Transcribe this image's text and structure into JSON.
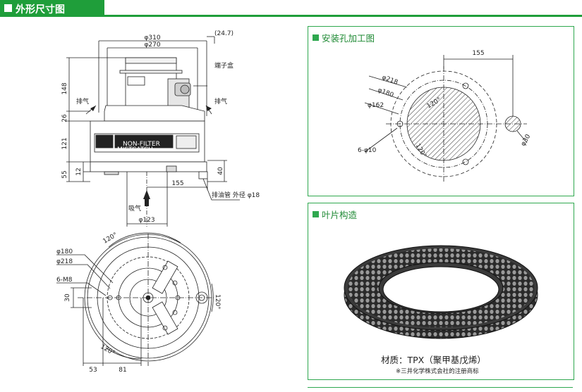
{
  "header": {
    "title": "外形尺寸图"
  },
  "side_view": {
    "dim_310": "φ310",
    "dim_270": "φ270",
    "dim_24_7": "(24.7)",
    "dim_148": "148",
    "dim_26": "26",
    "dim_121": "121",
    "dim_55": "55",
    "dim_12": "12",
    "dim_40": "40",
    "dim_155": "155",
    "dim_123": "φ123",
    "label_terminal": "端子盒",
    "label_exhaust_left": "排气",
    "label_exhaust_right": "排气",
    "label_intake": "吸气",
    "label_drain": "排油管 外径 φ18",
    "brand_main": "MISTCATCH",
    "brand_sub": "NON-FILTER"
  },
  "top_view": {
    "dim_180": "φ180",
    "dim_218": "φ218",
    "dim_m8": "6-M8",
    "dim_30": "30",
    "dim_53": "53",
    "dim_81": "81",
    "angle_top": "120°",
    "angle_right": "120°",
    "angle_bottom": "120°"
  },
  "mount_panel": {
    "title": "安装孔加工图",
    "dim_155": "155",
    "dim_218": "φ218",
    "dim_180": "φ180",
    "dim_162": "φ162",
    "dim_holes": "6-φ10",
    "dim_30": "φ30",
    "angle_a": "120°",
    "angle_b": "120°"
  },
  "blade_panel": {
    "title": "叶片构造",
    "material": "材质：TPX（聚甲基戊烯）",
    "note": "※三井化学株式会社的注册商标"
  },
  "colors": {
    "accent": "#1f9e3a",
    "border": "#2fa84f"
  }
}
